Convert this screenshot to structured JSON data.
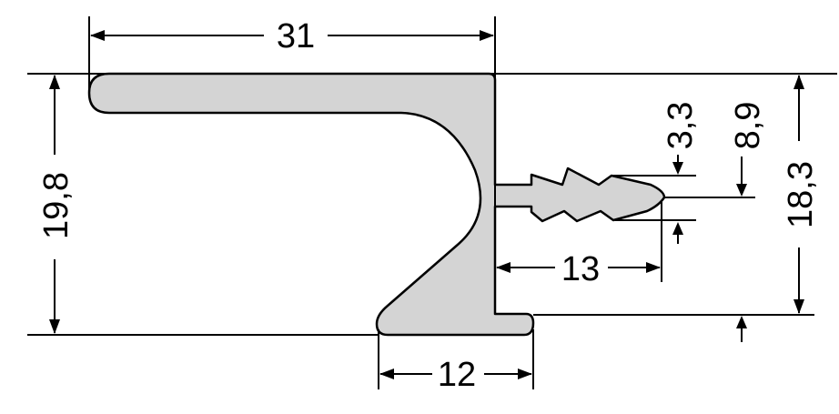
{
  "diagram": {
    "colors": {
      "profile_fill": "#d4d4d4",
      "profile_stroke": "#000000",
      "line": "#000000",
      "background": "#ffffff"
    },
    "dimensions": {
      "overall_width": "31",
      "base_width": "12",
      "tongue_length": "13",
      "left_height": "19,8",
      "right_height": "18,3",
      "tip_offset": "3,3",
      "barb_height": "8,9"
    }
  }
}
